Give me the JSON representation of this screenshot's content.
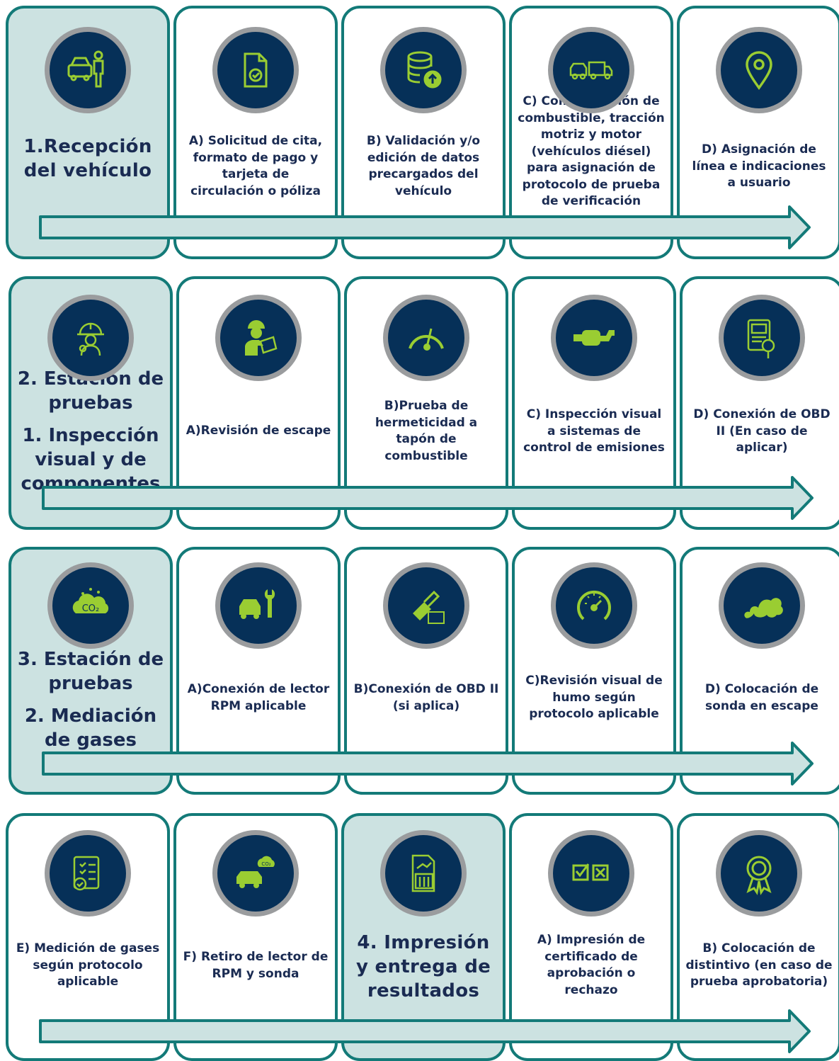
{
  "rows": [
    {
      "cards": [
        {
          "text": "1.Recepción del vehículo",
          "icon": "person-car-icon",
          "highlight": true,
          "big": true
        },
        {
          "text": "A) Solicitud de cita, formato de pago y tarjeta de circulación o póliza",
          "icon": "document-check-icon"
        },
        {
          "text": "B) Validación y/o edición de datos precargados del vehículo",
          "icon": "database-upload-icon"
        },
        {
          "text": "C) Comprobación de combustible, tracción motriz y motor (vehículos diésel) para asignación de protocolo de prueba de verificación",
          "icon": "vehicles-icon"
        },
        {
          "text": "D) Asignación de línea e indicaciones a usuario",
          "icon": "location-pin-icon"
        }
      ]
    },
    {
      "cards": [
        {
          "text": "2. Estación de pruebas",
          "text2": "1. Inspección visual y de componentes",
          "icon": "worker-icon",
          "highlight": true,
          "big": true
        },
        {
          "text": "A)Revisión de escape",
          "icon": "inspector-icon"
        },
        {
          "text": "B)Prueba de hermeticidad a tapón de combustible",
          "icon": "gauge-icon"
        },
        {
          "text": "C) Inspección visual a sistemas de control de emisiones",
          "icon": "exhaust-pipe-icon"
        },
        {
          "text": "D) Conexión de OBD II (En caso de aplicar)",
          "icon": "scanner-icon"
        }
      ]
    },
    {
      "cards": [
        {
          "text": "3. Estación de pruebas",
          "text2": "2. Mediación de gases",
          "icon": "co2-cloud-icon",
          "highlight": true,
          "big": true
        },
        {
          "text": "A)Conexión de lector RPM aplicable",
          "icon": "car-wrench-icon"
        },
        {
          "text": "B)Conexión de OBD II (si aplica)",
          "icon": "fuel-nozzle-icon"
        },
        {
          "text": "C)Revisión visual de humo según protocolo aplicable",
          "icon": "speedometer-icon"
        },
        {
          "text": "D) Colocación de sonda en escape",
          "icon": "smoke-icon"
        }
      ]
    },
    {
      "cards": [
        {
          "text": "E) Medición de gases según protocolo aplicable",
          "icon": "checklist-icon"
        },
        {
          "text": "F) Retiro de lector de RPM y sonda",
          "icon": "car-co2-icon"
        },
        {
          "text": "4. Impresión y entrega de resultados",
          "icon": "report-chart-icon",
          "highlight": true,
          "big": true
        },
        {
          "text": "A) Impresión de certificado de aprobación o rechazo",
          "icon": "check-x-boxes-icon"
        },
        {
          "text": "B) Colocación de distintivo (en caso de prueba aprobatoria)",
          "icon": "award-ribbon-icon"
        }
      ]
    }
  ],
  "colors": {
    "border": "#137a78",
    "highlight": "#cce2e1",
    "icon_bg": "#063058",
    "icon_fg": "#9acd32",
    "text": "#1a2b52"
  }
}
